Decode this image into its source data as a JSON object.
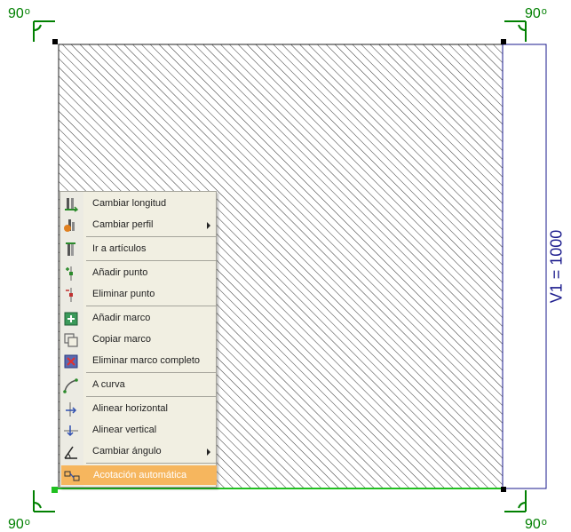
{
  "angles": [
    {
      "id": "top-left",
      "value": "90",
      "unit": "o"
    },
    {
      "id": "top-right",
      "value": "90",
      "unit": "o"
    },
    {
      "id": "bottom-left",
      "value": "90",
      "unit": "o"
    },
    {
      "id": "bottom-right",
      "value": "90",
      "unit": "o"
    }
  ],
  "dimension": {
    "label": "V1 = 1000"
  },
  "colors": {
    "angle": "#008000",
    "dimension": "#1a1a8c",
    "highlight": "#f6b65e",
    "menu_bg": "#f1efe2"
  },
  "menu": {
    "items": [
      {
        "label": "Cambiar longitud",
        "icon": "change-length-icon"
      },
      {
        "label": "Cambiar perfil",
        "icon": "change-profile-icon",
        "submenu": true
      },
      {
        "label": "Ir a artículos",
        "icon": "go-to-articles-icon"
      },
      {
        "label": "Añadir punto",
        "icon": "add-point-icon"
      },
      {
        "label": "Eliminar punto",
        "icon": "remove-point-icon"
      },
      {
        "label": "Añadir marco",
        "icon": "add-frame-icon"
      },
      {
        "label": "Copiar marco",
        "icon": "copy-frame-icon"
      },
      {
        "label": "Eliminar marco completo",
        "icon": "delete-frame-icon"
      },
      {
        "label": "A curva",
        "icon": "curve-icon"
      },
      {
        "label": "Alinear horizontal",
        "icon": "align-horizontal-icon"
      },
      {
        "label": "Alinear vertical",
        "icon": "align-vertical-icon"
      },
      {
        "label": "Cambiar ángulo",
        "icon": "change-angle-icon",
        "submenu": true
      },
      {
        "label": "Acotación automática",
        "icon": "auto-dimension-icon",
        "highlighted": true
      }
    ]
  }
}
